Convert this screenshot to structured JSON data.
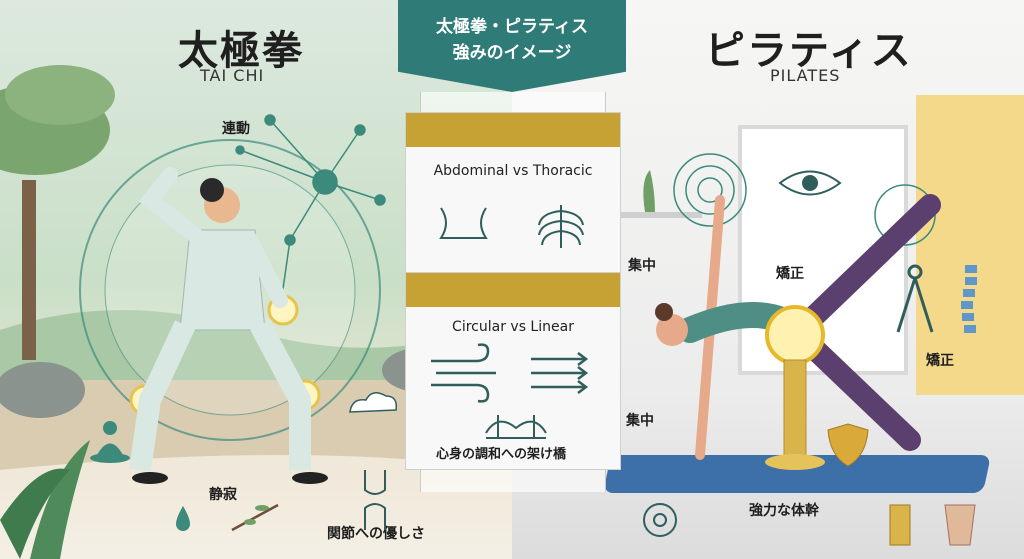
{
  "header": {
    "banner_line1": "太極拳・ピラティス",
    "banner_line2": "強みのイメージ"
  },
  "tai_chi": {
    "title": "太極拳",
    "subtitle": "TAI CHI",
    "labels": {
      "connection": "連動",
      "stillness": "静寂",
      "joint_kindness": "関節への優しさ"
    }
  },
  "pilates": {
    "title": "ピラティス",
    "subtitle": "PILATES",
    "labels": {
      "focus_top": "集中",
      "alignment_center": "矯正",
      "alignment_right": "矯正",
      "focus_bottom": "集中",
      "strong_core": "強力な体幹"
    }
  },
  "comparisons": {
    "breathing": "Abdominal vs Thoracic",
    "movement": "Circular vs Linear",
    "bridge": "心身の調和への架け橋"
  },
  "colors": {
    "banner": "#2f7b78",
    "gold_bar": "#c6a235",
    "teal_line": "#3c8a7c",
    "mat_blue": "#3d70a8"
  },
  "icons": [
    "lotus-person-icon",
    "cloud-icon",
    "water-drop-icon",
    "branch-icon",
    "knee-joint-icon",
    "abdomen-icon",
    "ribcage-icon",
    "wind-swirl-icon",
    "straight-arrows-icon",
    "bridge-icon",
    "eye-icon",
    "target-icon",
    "compass-icon",
    "spine-icon",
    "shield-icon",
    "column-icon",
    "torso-core-icon"
  ]
}
